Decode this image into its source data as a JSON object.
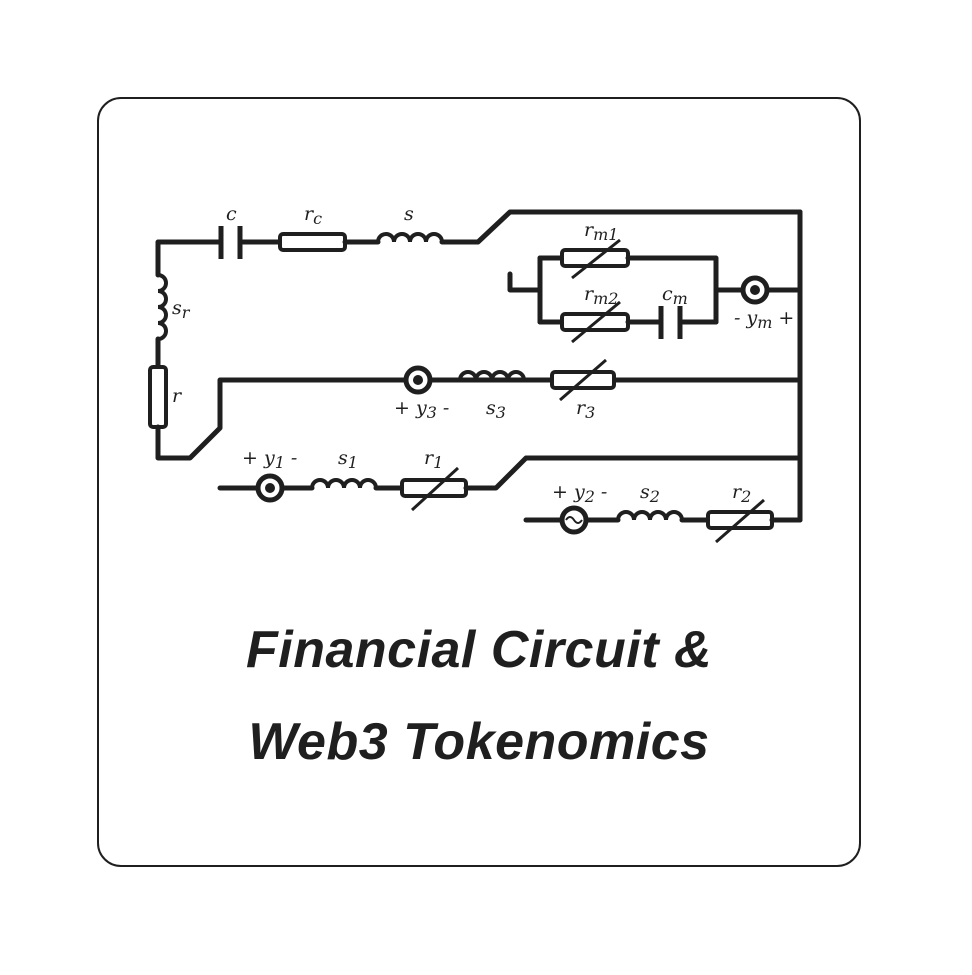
{
  "title": {
    "line1": "Financial Circuit &",
    "line2": "Web3 Tokenomics"
  },
  "labels": {
    "c": "c",
    "rc": "r",
    "rc_sub": "c",
    "s": "s",
    "sr": "s",
    "sr_sub": "r",
    "r": "r",
    "rm1": "r",
    "rm1_sub": "m1",
    "rm2": "r",
    "rm2_sub": "m2",
    "cm": "c",
    "cm_sub": "m",
    "ym": "- y",
    "ym_sub": "m",
    "ym_tail": " +",
    "y3": "+ y",
    "y3_sub": "3",
    "y3_tail": " -",
    "s3": "s",
    "s3_sub": "3",
    "r3": "r",
    "r3_sub": "3",
    "y1": "+ y",
    "y1_sub": "1",
    "y1_tail": " -",
    "s1": "s",
    "s1_sub": "1",
    "r1": "r",
    "r1_sub": "1",
    "y2": "+ y",
    "y2_sub": "2",
    "y2_tail": " -",
    "s2": "s",
    "s2_sub": "2",
    "r2": "r",
    "r2_sub": "2"
  }
}
